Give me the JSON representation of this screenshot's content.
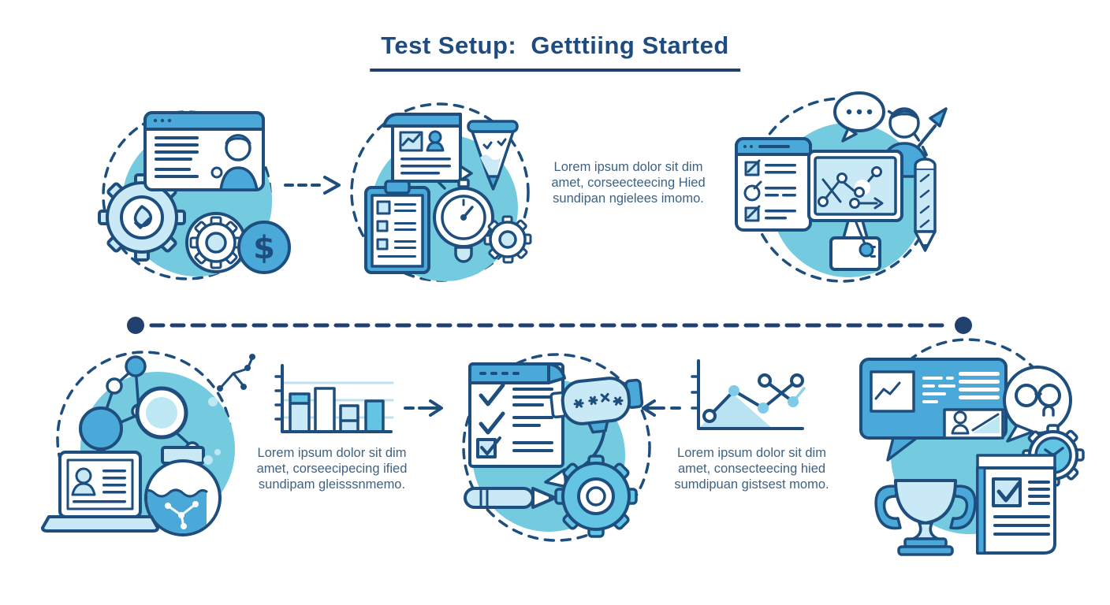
{
  "title": "Test Setup:  Getttiing Started",
  "colors": {
    "navy": "#1d4e7e",
    "deep": "#21406e",
    "mid": "#4aa9d8",
    "mid2": "#64c4e4",
    "light": "#c9e9f6",
    "light2": "#bde8f3",
    "blob": "#74cbdf",
    "grid": "#bfe0ef",
    "text": "#3e6283",
    "title": "#1f4c80"
  },
  "texts": {
    "step2_note": {
      "line1": "Lorem ipsum dolor sit dim",
      "line2": "amet, corseecteecing Hied",
      "line3": "sundipan ngielees imomo."
    },
    "step4_note": {
      "line1": "Lorem ipsum dolor sit dim",
      "line2": "amet, corseecipecing ified",
      "line3": "sundipam gleisssnmemo."
    },
    "step5_note": {
      "line1": "Lorem ipsum dolor sit dim",
      "line2": "amet, consecteecing hied",
      "line3": "sumdipuan gistsest momo."
    }
  },
  "illustrations": {
    "step1": [
      "browser-window",
      "user-avatar",
      "gear",
      "small-gear",
      "dollar-coin"
    ],
    "step2": [
      "document-page",
      "funnel",
      "clipboard-checklist",
      "stopwatch",
      "gear"
    ],
    "step3": [
      "speech-bubble",
      "person",
      "checklist-window",
      "monitor-network",
      "pencil",
      "cursor-arrow"
    ],
    "step4": [
      "molecule-network",
      "laptop-profile",
      "round-flask"
    ],
    "step5": [
      "notepad-checklist",
      "scanner-capsule",
      "gear",
      "pen",
      "curved-arrow"
    ],
    "step6": [
      "chat-window",
      "glasses-speech-bubble",
      "gear-clock",
      "trophy",
      "checklist-document"
    ],
    "mini_charts": [
      "bar-chart",
      "line-chart"
    ],
    "connectors": [
      "dashed-arrow-right",
      "arrow-right",
      "arrow-left",
      "dashed-timeline"
    ]
  }
}
